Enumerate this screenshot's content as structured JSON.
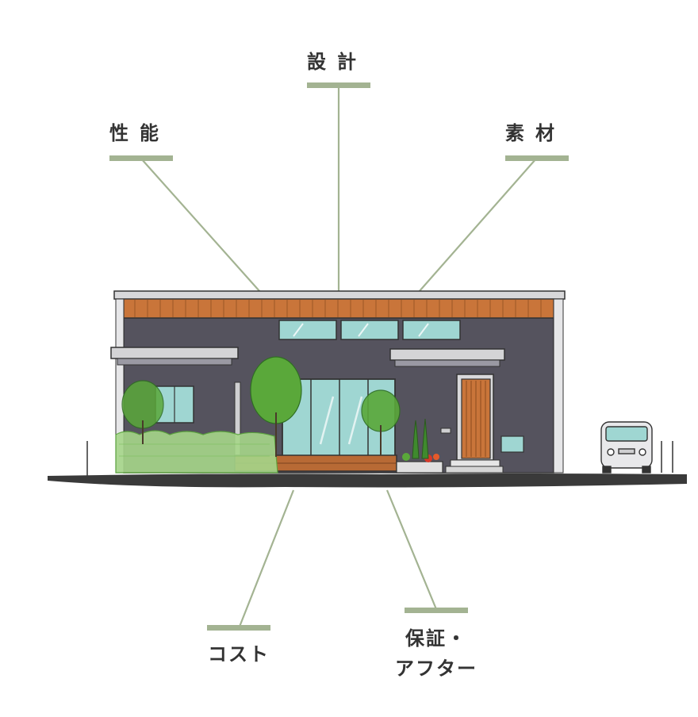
{
  "labels": {
    "design": "設計",
    "performance": "性能",
    "materials": "素材",
    "cost": "コスト",
    "warranty_line1": "保証・",
    "warranty_line2": "アフター"
  },
  "colors": {
    "accent_green": "#a3b392",
    "label_text": "#333333",
    "wall": "#55535e",
    "wood": "#c9753a",
    "glass": "#9fd6d2",
    "foliage": "#5aa83a",
    "ground": "#3a3a3a"
  },
  "icons": {
    "house": "house-elevation-sketch",
    "car": "car-icon"
  }
}
